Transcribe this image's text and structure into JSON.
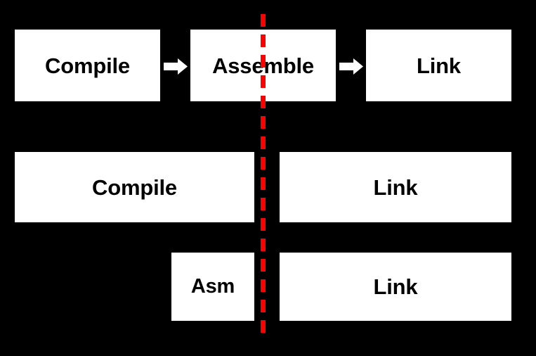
{
  "diagram": {
    "title": "Compilation pipeline stages split by a boundary",
    "background_color": "#000000",
    "box_fill_color": "#ffffff",
    "box_text_color": "#000000",
    "arrow_color": "#ffffff",
    "divider_color": "#FF0000"
  },
  "rows": [
    {
      "id": "row-full-pipeline",
      "boxes": [
        {
          "label": "Compile"
        },
        {
          "label": "Assemble"
        },
        {
          "label": "Link"
        }
      ],
      "arrows": [
        {
          "name": "compile-to-assemble"
        },
        {
          "name": "assemble-to-link"
        }
      ]
    },
    {
      "id": "row-compile-link",
      "boxes": [
        {
          "label": "Compile"
        },
        {
          "label": "Link"
        }
      ]
    },
    {
      "id": "row-asm-link",
      "boxes": [
        {
          "label": "Asm"
        },
        {
          "label": "Link"
        }
      ]
    }
  ],
  "divider": {
    "name": "red-dashed-vertical-divider",
    "style": "dashed",
    "color": "#FF0000"
  }
}
